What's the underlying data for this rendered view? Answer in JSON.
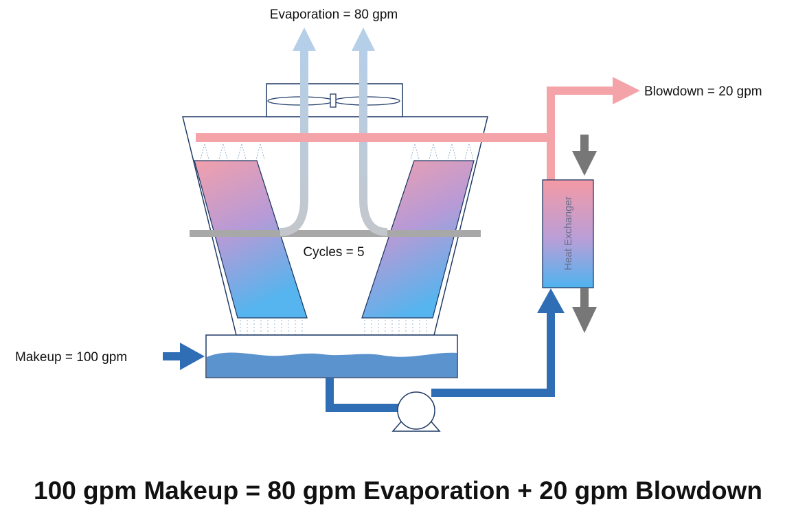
{
  "labels": {
    "evaporation": "Evaporation = 80 gpm",
    "blowdown": "Blowdown = 20 gpm",
    "cycles": "Cycles = 5",
    "makeup": "Makeup = 100 gpm",
    "heat_exchanger": "Heat Exchanger"
  },
  "equation": "100 gpm Makeup = 80 gpm Evaporation + 20 gpm Blowdown",
  "colors": {
    "hot_water": "#f4a3a8",
    "cold_water": "#2f6db5",
    "basin_water": "#5b93cf",
    "vapor": "#b7cfe6",
    "air": "#a8a8a8",
    "process": "#777777",
    "fill_top": "#f2a0ab",
    "fill_bottom": "#56b4ee",
    "outline": "#1f3a66"
  },
  "icons": {
    "fan": "fan-icon",
    "pump": "pump-icon"
  }
}
